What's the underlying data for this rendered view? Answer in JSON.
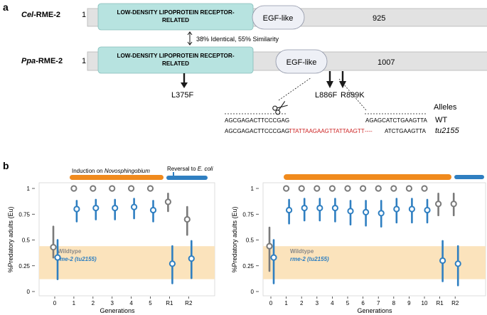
{
  "panel_a": {
    "label": "a",
    "cel": {
      "name_italic": "Cel",
      "name_rest": "-RME-2",
      "start": "1",
      "end": "925",
      "domain1_line1": "LOW-DENSITY LIPOPROTEIN RECEPTOR-",
      "domain1_line2": "RELATED",
      "domain2": "EGF-like"
    },
    "identity_text": "38% Identical, 55% Similarity",
    "ppa": {
      "name_italic": "Ppa",
      "name_rest": "-RME-2",
      "start": "1",
      "end": "1007",
      "domain1_line1": "LOW-DENSITY LIPOPROTEIN RECEPTOR-",
      "domain1_line2": "RELATED",
      "domain2": "EGF-like"
    },
    "mutations": [
      "L375F",
      "L886F",
      "R899K"
    ],
    "alleles": {
      "header": "Alleles",
      "wt_label": "WT",
      "mut_label": "tu2155",
      "wt_left": "AGCGAGACTTCCCGAG",
      "wt_right": "AGAGCATCTGAAGTTA",
      "mut_left": "AGCGAGACTTCCCGAG",
      "mut_insert": "TTATTAAGAAGTTATTAAGTT",
      "mut_dash": "----",
      "mut_right": "ATCTGAAGTTA"
    },
    "colors": {
      "domain_fill": "#b7e3e0",
      "protein_fill": "#e2e2e2",
      "insert_red": "#cc2222"
    }
  },
  "panel_b": {
    "label": "b",
    "legend_wt": "Wildtype",
    "legend_mut": "rme-2 (tu2155)",
    "induction_text_pre": "Induction on ",
    "induction_text_it": "Novosphingobium",
    "reversal_text_pre": "Reversal to ",
    "reversal_text_it": "E. coli",
    "colors": {
      "orange": "#f08a1d",
      "blue": "#2f7fc1",
      "band": "#fbe3bc",
      "grey": "#7a7a7a"
    }
  },
  "chart_data": [
    {
      "type": "scatter",
      "ylabel": "%Predatory adults (Eu)",
      "xlabel": "Generations",
      "categories": [
        "0",
        "1",
        "2",
        "3",
        "4",
        "5",
        "R1",
        "R2"
      ],
      "ylim": [
        0,
        1
      ],
      "yticks": [
        "0",
        "0.25",
        "0.5",
        "0.75",
        "1"
      ],
      "series": [
        {
          "name": "Wildtype",
          "values": [
            0.43,
            1,
            1,
            1,
            1,
            1,
            0.87,
            0.7
          ],
          "err_low": [
            0.33,
            1,
            1,
            1,
            1,
            1,
            0.78,
            0.55
          ],
          "err_high": [
            0.63,
            1,
            1,
            1,
            1,
            1,
            0.95,
            0.82
          ]
        },
        {
          "name": "rme-2 (tu2155)",
          "values": [
            0.33,
            0.8,
            0.81,
            0.81,
            0.82,
            0.79,
            0.27,
            0.32
          ],
          "err_low": [
            0.12,
            0.68,
            0.7,
            0.7,
            0.71,
            0.68,
            0.08,
            0.13
          ],
          "err_high": [
            0.5,
            0.88,
            0.89,
            0.89,
            0.9,
            0.88,
            0.44,
            0.49
          ]
        }
      ],
      "wildtype_band": [
        0.12,
        0.44
      ]
    },
    {
      "type": "scatter",
      "ylabel": "%Predatory adults (Eu)",
      "xlabel": "Generations",
      "categories": [
        "0",
        "1",
        "2",
        "3",
        "4",
        "5",
        "6",
        "7",
        "8",
        "9",
        "10",
        "R1",
        "R2"
      ],
      "ylim": [
        0,
        1
      ],
      "yticks": [
        "0",
        "0.25",
        "0.5",
        "0.75",
        "1"
      ],
      "series": [
        {
          "name": "Wildtype",
          "values": [
            0.44,
            1,
            1,
            1,
            1,
            1,
            1,
            1,
            1,
            1,
            1,
            0.85,
            0.85
          ],
          "err_low": [
            0.2,
            1,
            1,
            1,
            1,
            1,
            1,
            1,
            1,
            1,
            1,
            0.74,
            0.74
          ],
          "err_high": [
            0.62,
            1,
            1,
            1,
            1,
            1,
            1,
            1,
            1,
            1,
            1,
            0.95,
            0.95
          ]
        },
        {
          "name": "rme-2 (tu2155)",
          "values": [
            0.33,
            0.79,
            0.81,
            0.81,
            0.81,
            0.78,
            0.77,
            0.76,
            0.8,
            0.8,
            0.79,
            0.3,
            0.27
          ],
          "err_low": [
            0.08,
            0.66,
            0.69,
            0.69,
            0.68,
            0.65,
            0.64,
            0.63,
            0.67,
            0.67,
            0.67,
            0.1,
            0.06
          ],
          "err_high": [
            0.5,
            0.89,
            0.9,
            0.9,
            0.9,
            0.88,
            0.88,
            0.88,
            0.9,
            0.9,
            0.89,
            0.49,
            0.44
          ]
        }
      ],
      "wildtype_band": [
        0.12,
        0.44
      ]
    }
  ]
}
